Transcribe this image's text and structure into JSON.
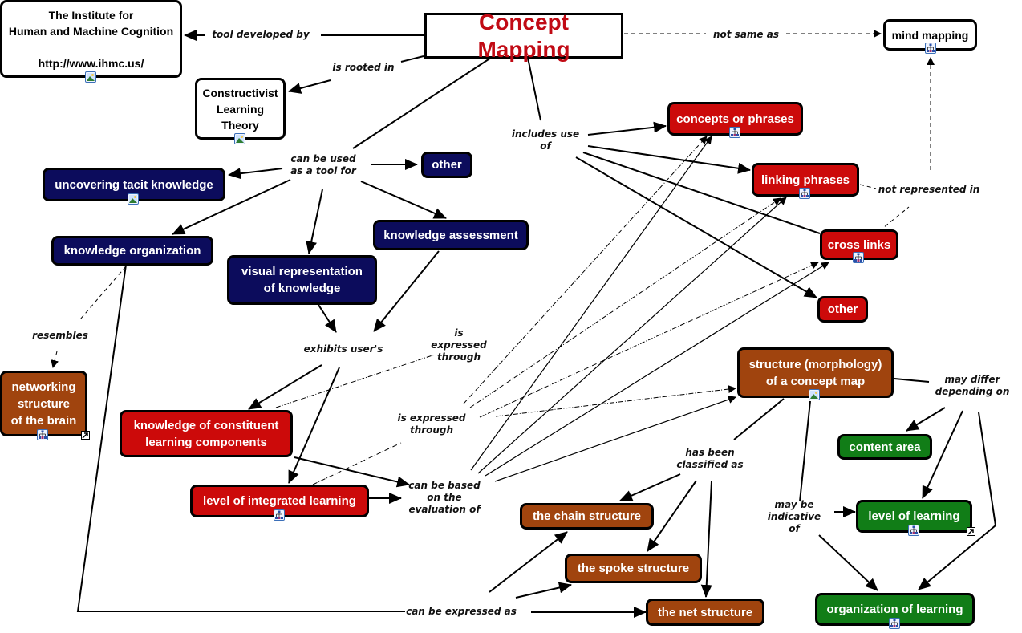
{
  "colors": {
    "navy": "#0c0c5c",
    "red": "#cc0a0a",
    "brown": "#a0440e",
    "green": "#117d17",
    "title_text": "#c10a14"
  },
  "nodes": {
    "concept_mapping": "Concept Mapping",
    "ihmc": "The Institute for\nHuman and Machine Cognition\n\nhttp://www.ihmc.us/",
    "constructivist": "Constructivist\nLearning\nTheory",
    "mind_mapping": "mind mapping",
    "uncovering": "uncovering tacit knowledge",
    "other_navy": "other",
    "knowledge_org": "knowledge organization",
    "visual_rep": "visual representation\nof knowledge",
    "knowledge_assess": "knowledge assessment",
    "concepts_phrases": "concepts or phrases",
    "linking_phrases": "linking phrases",
    "cross_links": "cross links",
    "other_red": "other",
    "networking": "networking\nstructure\nof the brain",
    "knowledge_constituent": "knowledge of constituent\nlearning components",
    "integrated": "level of integrated learning",
    "structure": "structure (morphology)\nof a concept map",
    "content_area": "content area",
    "level_learning": "level of  learning",
    "org_learning": "organization of learning",
    "chain": "the chain structure",
    "spoke": "the spoke structure",
    "net": "the net structure"
  },
  "links": {
    "tool_developed_by": "tool developed by",
    "not_same_as": "not same as",
    "is_rooted_in": "is rooted in",
    "includes_use_of": "includes use\nof",
    "can_be_used": "can be used\nas a tool for",
    "not_represented_in": "not represented in",
    "resembles": "resembles",
    "exhibits": "exhibits user's",
    "expressed_through_1": "is expressed\nthrough",
    "expressed_through_2": "is expressed\nthrough",
    "based_on": "can be based\non the\nevaluation of",
    "classified_as": "has been\nclassified as",
    "differ_depending": "may differ\ndepending on",
    "indicative_of": "may be\nindicative\nof",
    "expressed_as": "can be expressed as"
  },
  "icons": {
    "image": "image-resource-icon",
    "submap": "concept-map-resource-icon",
    "external": "external-link-icon"
  }
}
